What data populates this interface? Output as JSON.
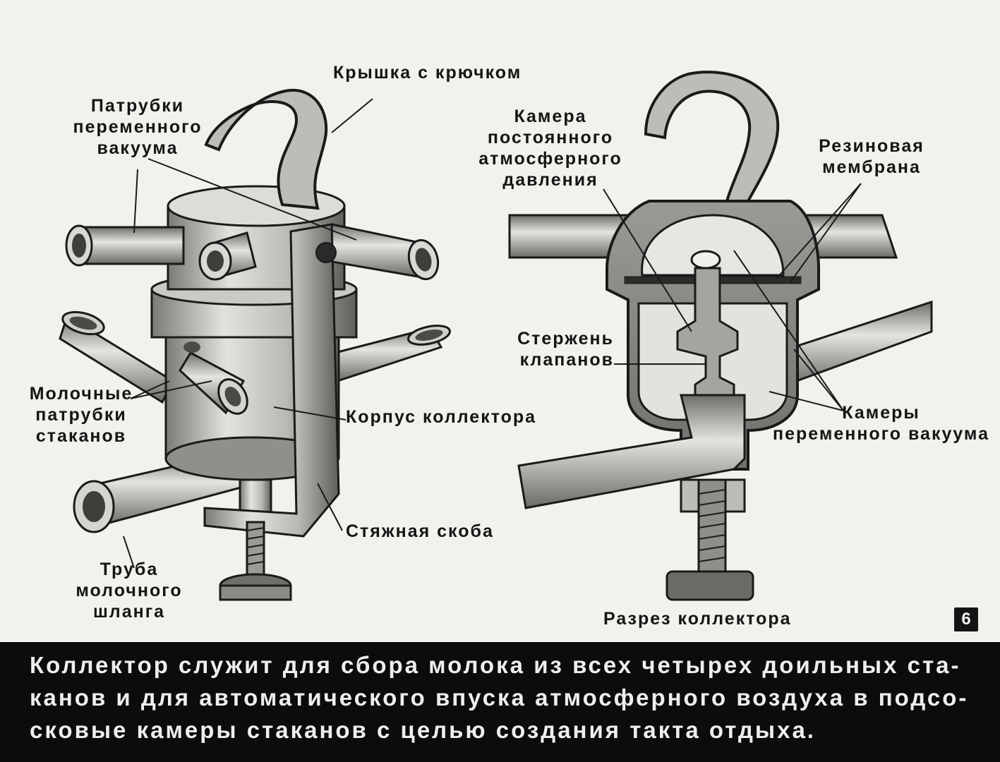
{
  "left_labels": {
    "cover_hook": "Крышка с крючком",
    "variable_vacuum_pipes": "Патрубки\nпеременного\nвакуума",
    "milk_cup_pipes": "Молочные\nпатрубки\nстаканов",
    "collector_body": "Корпус коллектора",
    "clamp_bracket": "Стяжная скоба",
    "milk_hose_tube": "Труба\nмолочного\nшланга"
  },
  "right_labels": {
    "constant_pressure_chamber": "Камера\nпостоянного\nатмосферного\nдавления",
    "rubber_membrane": "Резиновая\nмембрана",
    "valve_stem": "Стержень\nклапанов",
    "variable_vacuum_chambers": "Камеры\nпеременного вакуума",
    "section_title": "Разрез коллектора"
  },
  "frame_number": "6",
  "caption": "Коллектор служит для сбора молока из всех четырех доильных ста-\nканов и для автоматического впуска атмосферного воздуха в подсо-\nсковые камеры стаканов с целью создания такта отдыха.",
  "colors": {
    "background": "#f2f1ec",
    "ink": "#151515",
    "metal_light": "#d6d6d2",
    "metal_dark": "#6e6e6a",
    "caption_band": "#0c0c0c",
    "caption_text": "#eeeeee"
  }
}
